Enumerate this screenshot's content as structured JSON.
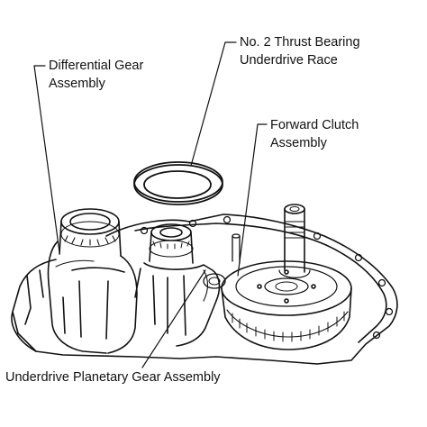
{
  "labels": {
    "differential": {
      "line1": "Differential Gear",
      "line2": "Assembly"
    },
    "thrust_race": {
      "line1": "No. 2 Thrust Bearing",
      "line2": "Underdrive Race"
    },
    "forward_clutch": {
      "line1": "Forward Clutch",
      "line2": "Assembly"
    },
    "underdrive_planetary": {
      "line1": "Underdrive Planetary Gear Assembly"
    }
  },
  "colors": {
    "ink": "#111111",
    "paper": "#ffffff"
  }
}
